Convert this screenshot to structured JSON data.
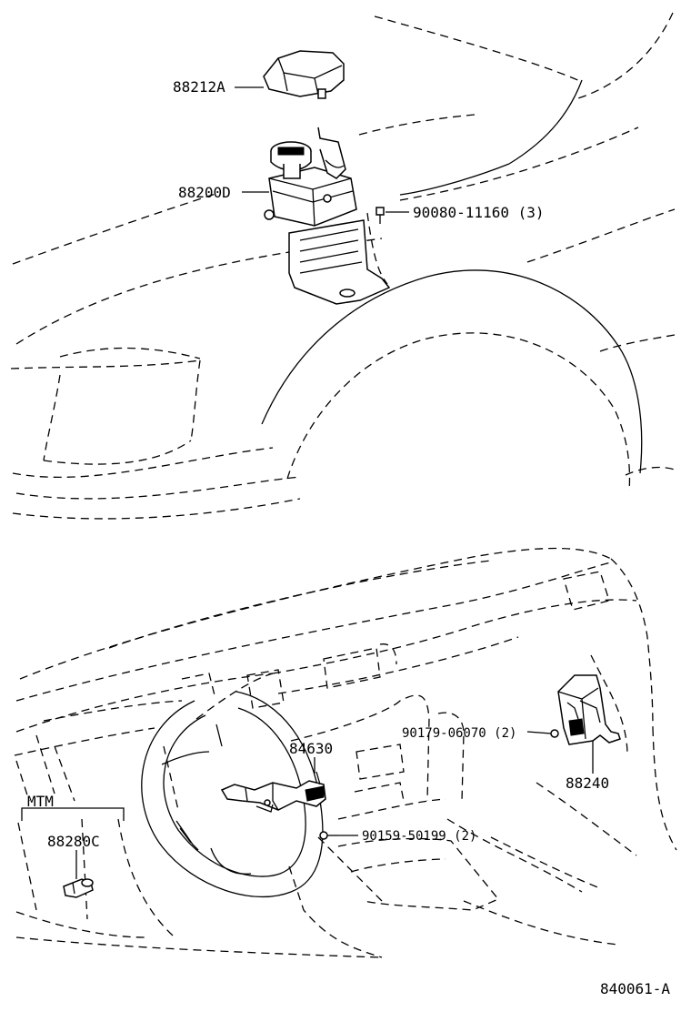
{
  "diagram": {
    "part_labels": {
      "p88212A": "88212A",
      "p88200D": "88200D",
      "p90080": "90080-11160 (3)",
      "p84630": "84630",
      "p90179": "90179-06070 (2)",
      "p88240": "88240",
      "p90159": "90159-50199 (2)",
      "p88280C": "88280C"
    },
    "group_label": "MTM",
    "figure_code": "840061-A"
  }
}
